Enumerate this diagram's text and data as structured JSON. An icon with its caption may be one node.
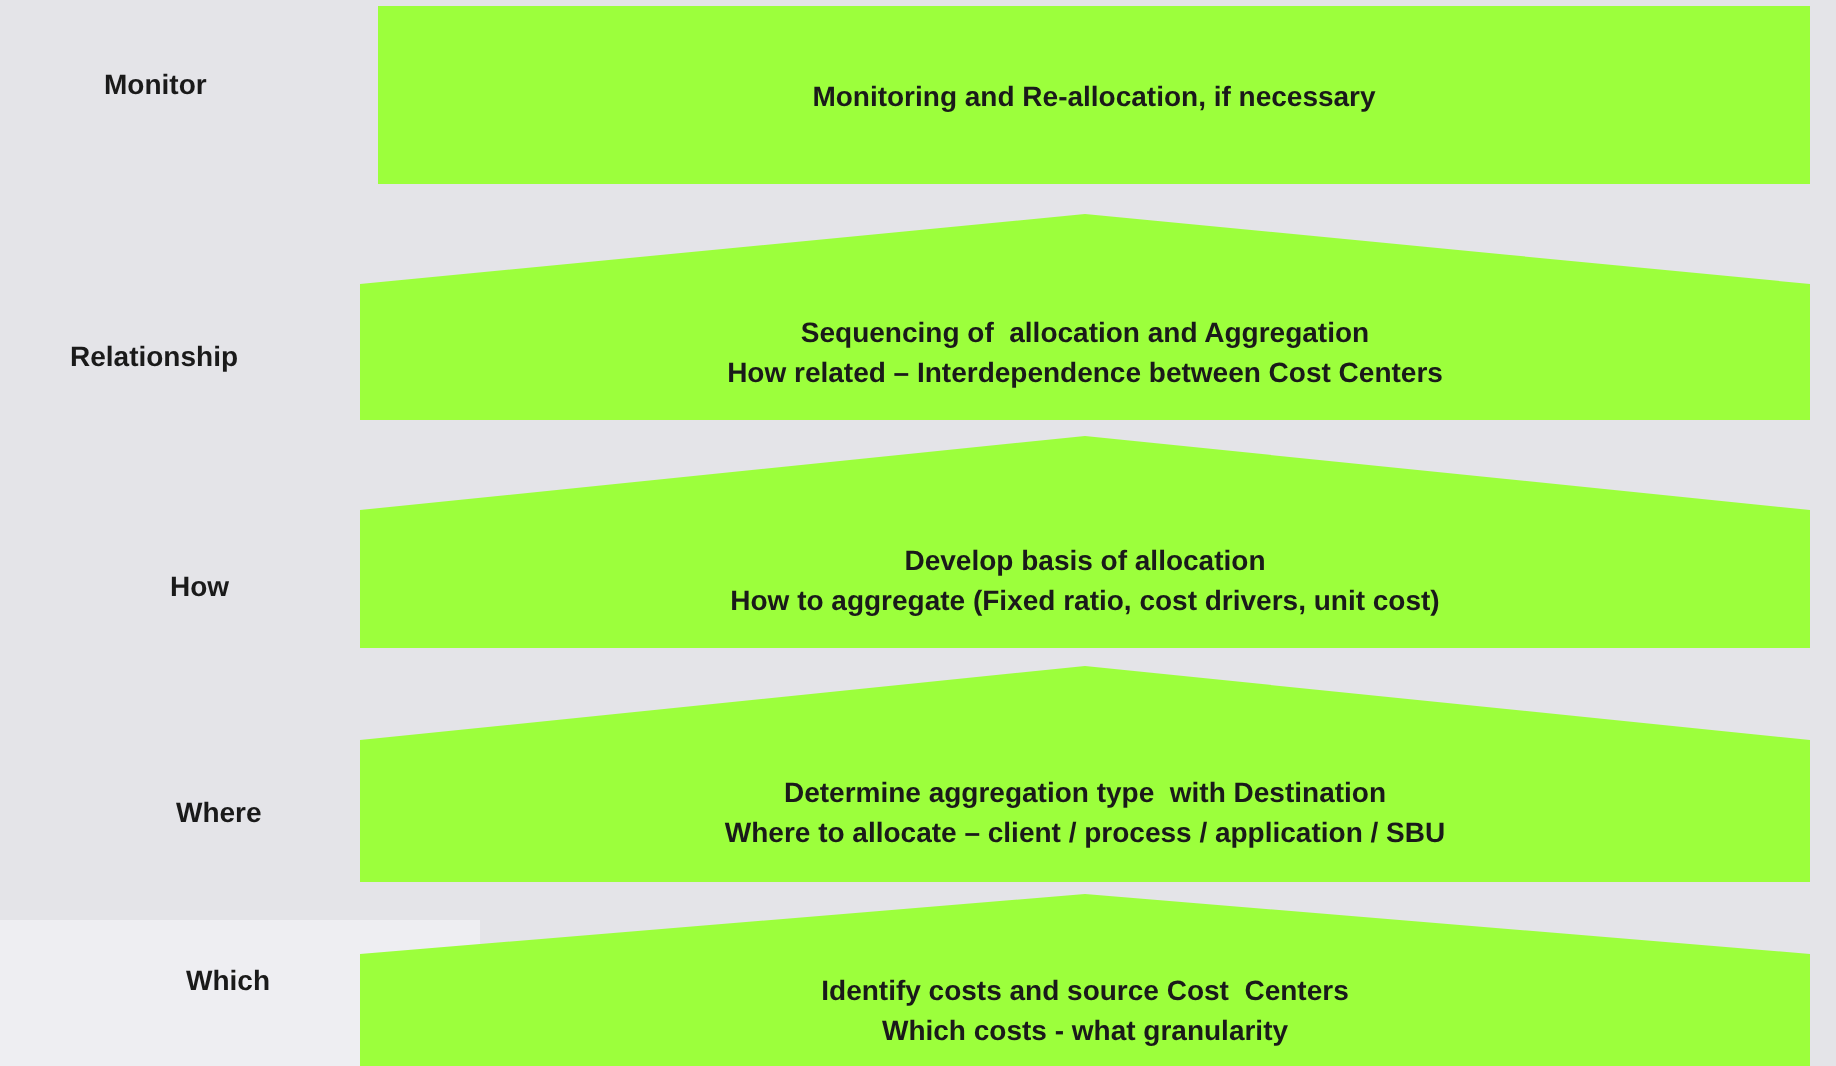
{
  "diagram": {
    "nodes": [
      {
        "text": [
          "Monitoring and Re-allocation, if necessary"
        ]
      },
      {
        "text": [
          "Sequencing of  allocation and Aggregation",
          "How related – Interdependence between Cost Centers"
        ]
      },
      {
        "text": [
          "Develop basis of allocation",
          "How to aggregate (Fixed ratio, cost drivers, unit cost)"
        ]
      },
      {
        "text": [
          "Determine aggregation type  with Destination",
          "Where to allocate – client / process / application / SBU"
        ]
      },
      {
        "text": [
          "Identify costs and source Cost  Centers",
          "Which costs - what granularity"
        ]
      }
    ],
    "labels": [
      "Monitor",
      "Relationship",
      "How",
      "Where",
      "Which"
    ]
  }
}
